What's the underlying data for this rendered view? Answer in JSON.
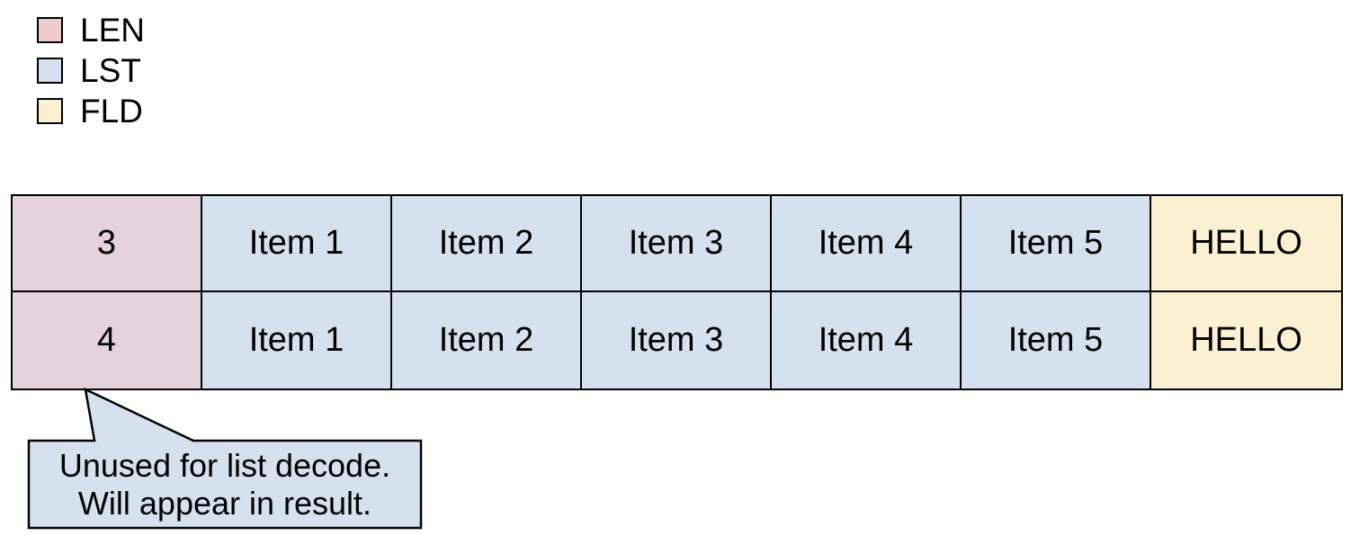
{
  "colors": {
    "background": "#ffffff",
    "border": "#000000",
    "len_legend_swatch": "#f0cbcc",
    "len_cell": "#e6d2dd",
    "lst_cell": "#d5e1ef",
    "fld_cell": "#fbf0d1",
    "callout_fill": "#d5e1ef"
  },
  "legend": {
    "items": [
      {
        "label": "LEN",
        "color": "#f0cbcc"
      },
      {
        "label": "LST",
        "color": "#d5e1ef"
      },
      {
        "label": "FLD",
        "color": "#fbf0d1"
      }
    ]
  },
  "table": {
    "rows": [
      {
        "cells": [
          "3",
          "Item 1",
          "Item 2",
          "Item 3",
          "Item 4",
          "Item 5",
          "HELLO"
        ]
      },
      {
        "cells": [
          "4",
          "Item 1",
          "Item 2",
          "Item 3",
          "Item 4",
          "Item 5",
          "HELLO"
        ]
      }
    ]
  },
  "callout": {
    "line1": "Unused for list decode.",
    "line2": "Will appear in result."
  }
}
